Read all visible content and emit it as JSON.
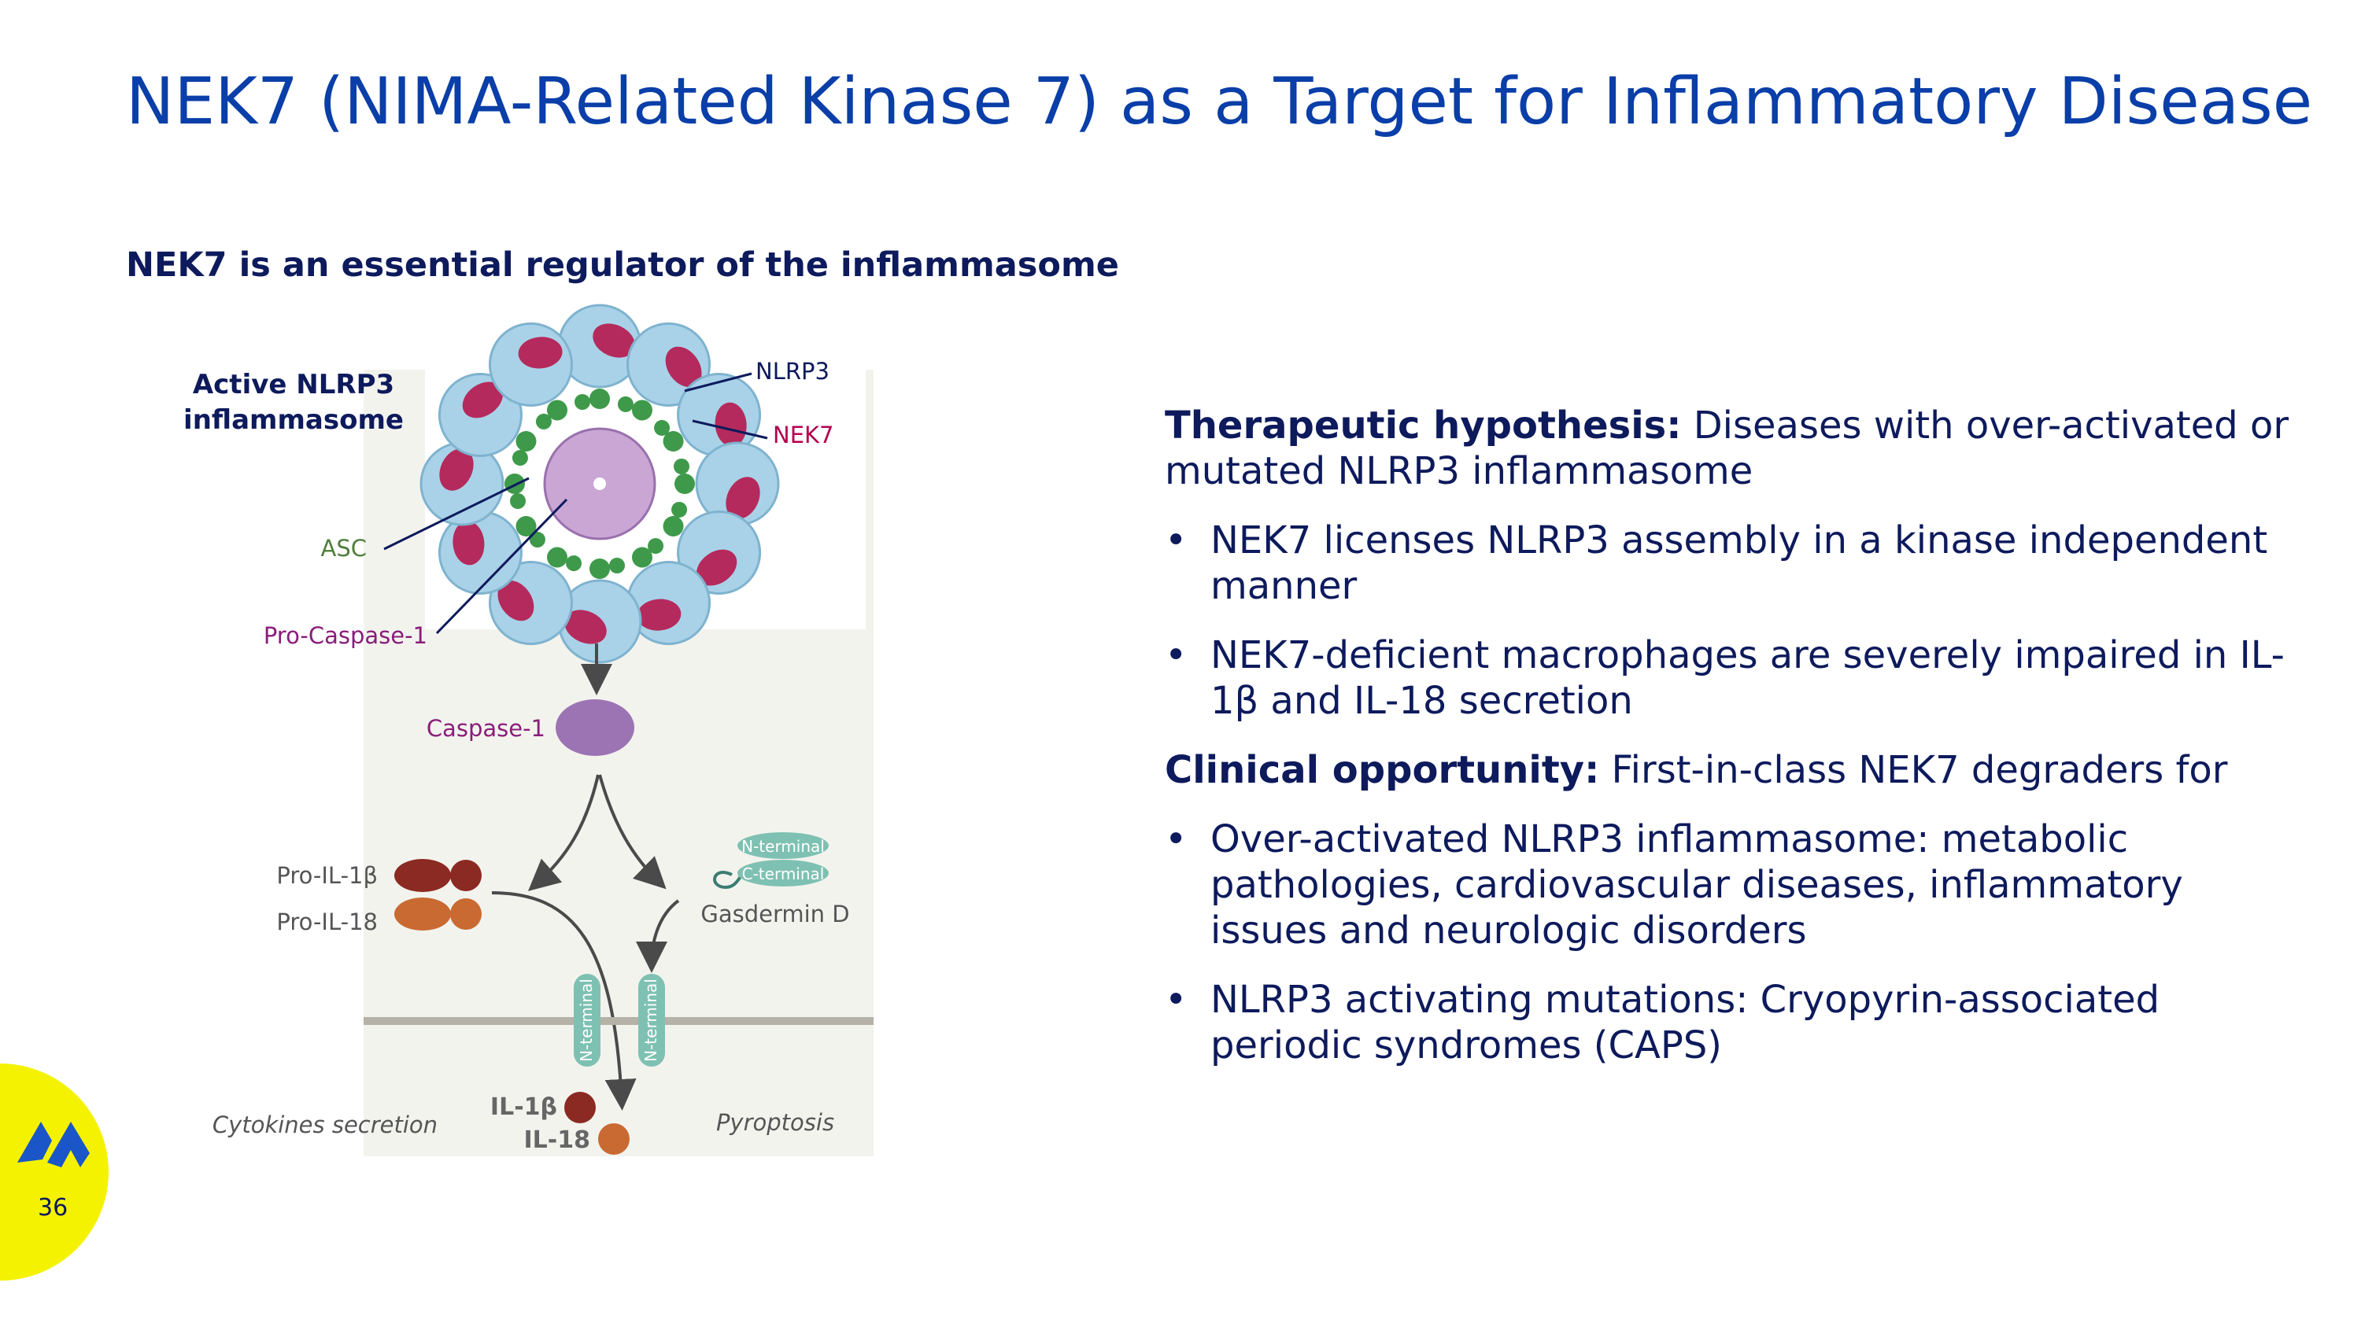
{
  "title": "NEK7 (NIMA-Related Kinase 7) as a Target for Inflammatory Disease",
  "subtitle": "NEK7 is an essential regulator of the inflammasome",
  "diagram": {
    "active_line1": "Active NLRP3",
    "active_line2": "inflammasome",
    "nlrp3": "NLRP3",
    "nek7": "NEK7",
    "asc": "ASC",
    "pro_caspase": "Pro-Caspase-1",
    "caspase": "Caspase-1",
    "pro_il1b": "Pro-IL-1β",
    "pro_il18": "Pro-IL-18",
    "n_terminal": "N-terminal",
    "c_terminal": "C-terminal",
    "gasdermin": "Gasdermin D",
    "membrane_n1": "N-terminal",
    "membrane_n2": "N-terminal",
    "il1b": "IL-1β",
    "il18": "IL-18",
    "cytokines": "Cytokines secretion",
    "pyroptosis": "Pyroptosis"
  },
  "hypothesis": {
    "heading": "Therapeutic hypothesis:",
    "text": " Diseases with over-activated or mutated NLRP3 inflammasome",
    "bullets": [
      "NEK7 licenses NLRP3 assembly in a kinase independent manner",
      "NEK7-deficient macrophages are severely impaired in IL-1β and IL-18 secretion"
    ]
  },
  "opportunity": {
    "heading": "Clinical opportunity:",
    "text": " First-in-class NEK7 degraders for",
    "bullets": [
      "Over-activated NLRP3 inflammasome: metabolic pathologies, cardiovascular diseases, inflammatory issues and neurologic disorders",
      "NLRP3 activating mutations: Cryopyrin-associated periodic syndromes (CAPS)"
    ]
  },
  "bullet_char": "•",
  "page_number": "36",
  "colors": {
    "title": "#0a3ea8",
    "text": "#0d1a5c",
    "badge": "#f5f200",
    "nek7": "#b3004f",
    "asc": "#4f7f3a",
    "procaspase": "#8a1d7a"
  }
}
